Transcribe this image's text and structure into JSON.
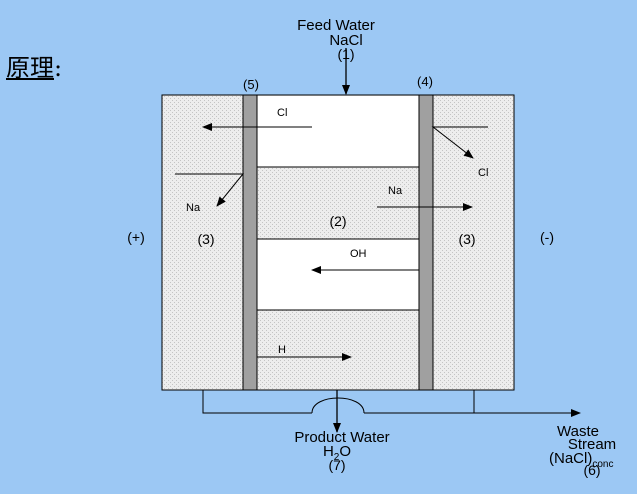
{
  "title": {
    "main": "原理",
    "colon": ":"
  },
  "feed": {
    "line1": "Feed Water",
    "line2": "NaCl",
    "line3": "(1)"
  },
  "labels": {
    "membrane_left": "(5)",
    "membrane_right": "(4)",
    "center": "(2)",
    "left_chamber": "(3)",
    "right_chamber": "(3)",
    "anode": "(+)",
    "cathode": "(-)"
  },
  "ions": {
    "cl_center": "Cl",
    "cl_right": "Cl",
    "na_left": "Na",
    "na_center": "Na",
    "oh": "OH",
    "h": "H"
  },
  "product": {
    "line1": "Product Water",
    "h": "H",
    "sub2": "2",
    "o": "O",
    "line3": "(7)"
  },
  "waste": {
    "line1": "Waste",
    "line2": "Stream",
    "line3": "(NaCl)",
    "sub": "conc",
    "line4": "(6)"
  },
  "colors": {
    "background": "#9cc8f4",
    "chamber_fill": "#e8e8e8",
    "membrane_fill": "#a0a0a0",
    "center_fill": "#ffffff"
  }
}
